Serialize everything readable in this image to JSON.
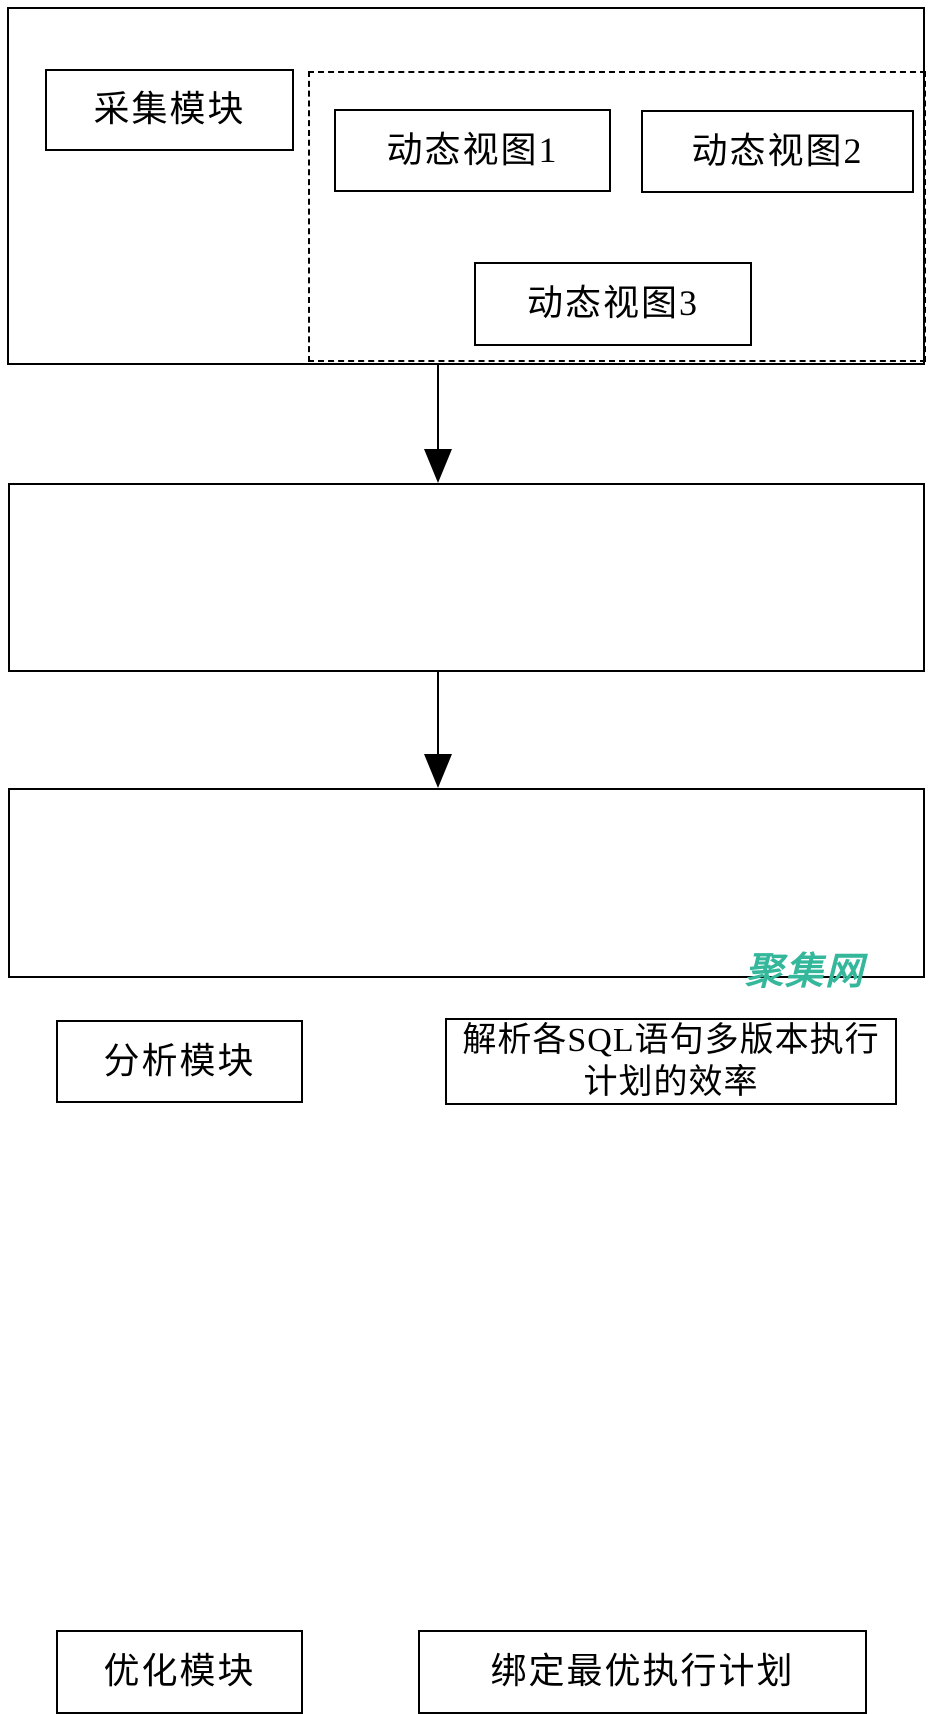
{
  "colors": {
    "line": "#000000",
    "background": "#ffffff",
    "watermark": "#35b79c"
  },
  "diagram": {
    "sections": [
      {
        "id": "collection",
        "module_label": "采集模块",
        "views": [
          {
            "label": "动态视图1"
          },
          {
            "label": "动态视图2"
          },
          {
            "label": "动态视图3"
          }
        ]
      },
      {
        "id": "analysis",
        "module_label": "分析模块",
        "description": "解析各SQL语句多版本执行计划的效率"
      },
      {
        "id": "optimization",
        "module_label": "优化模块",
        "description": "绑定最优执行计划"
      }
    ],
    "watermark": "聚集网"
  }
}
